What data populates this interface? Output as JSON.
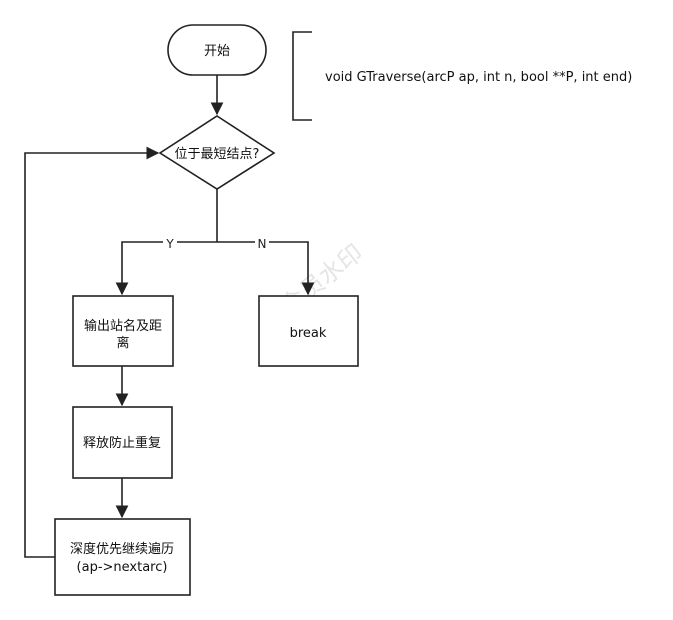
{
  "diagram": {
    "nodes": {
      "start": "开始",
      "decision": "位于最短结点?",
      "output_line1": "输出站名及距",
      "output_line2": "离",
      "break": "break",
      "release": "释放防止重复",
      "dfs_line1": "深度优先继续遍历",
      "dfs_line2": "(ap->nextarc)"
    },
    "edges": {
      "yes": "Y",
      "no": "N"
    },
    "note": "void GTraverse(arcP ap, int n, bool **P, int end)",
    "watermark": "非会员水印"
  },
  "colors": {
    "stroke": "#222222",
    "fill": "#ffffff",
    "watermark": "#d0d0d0"
  }
}
